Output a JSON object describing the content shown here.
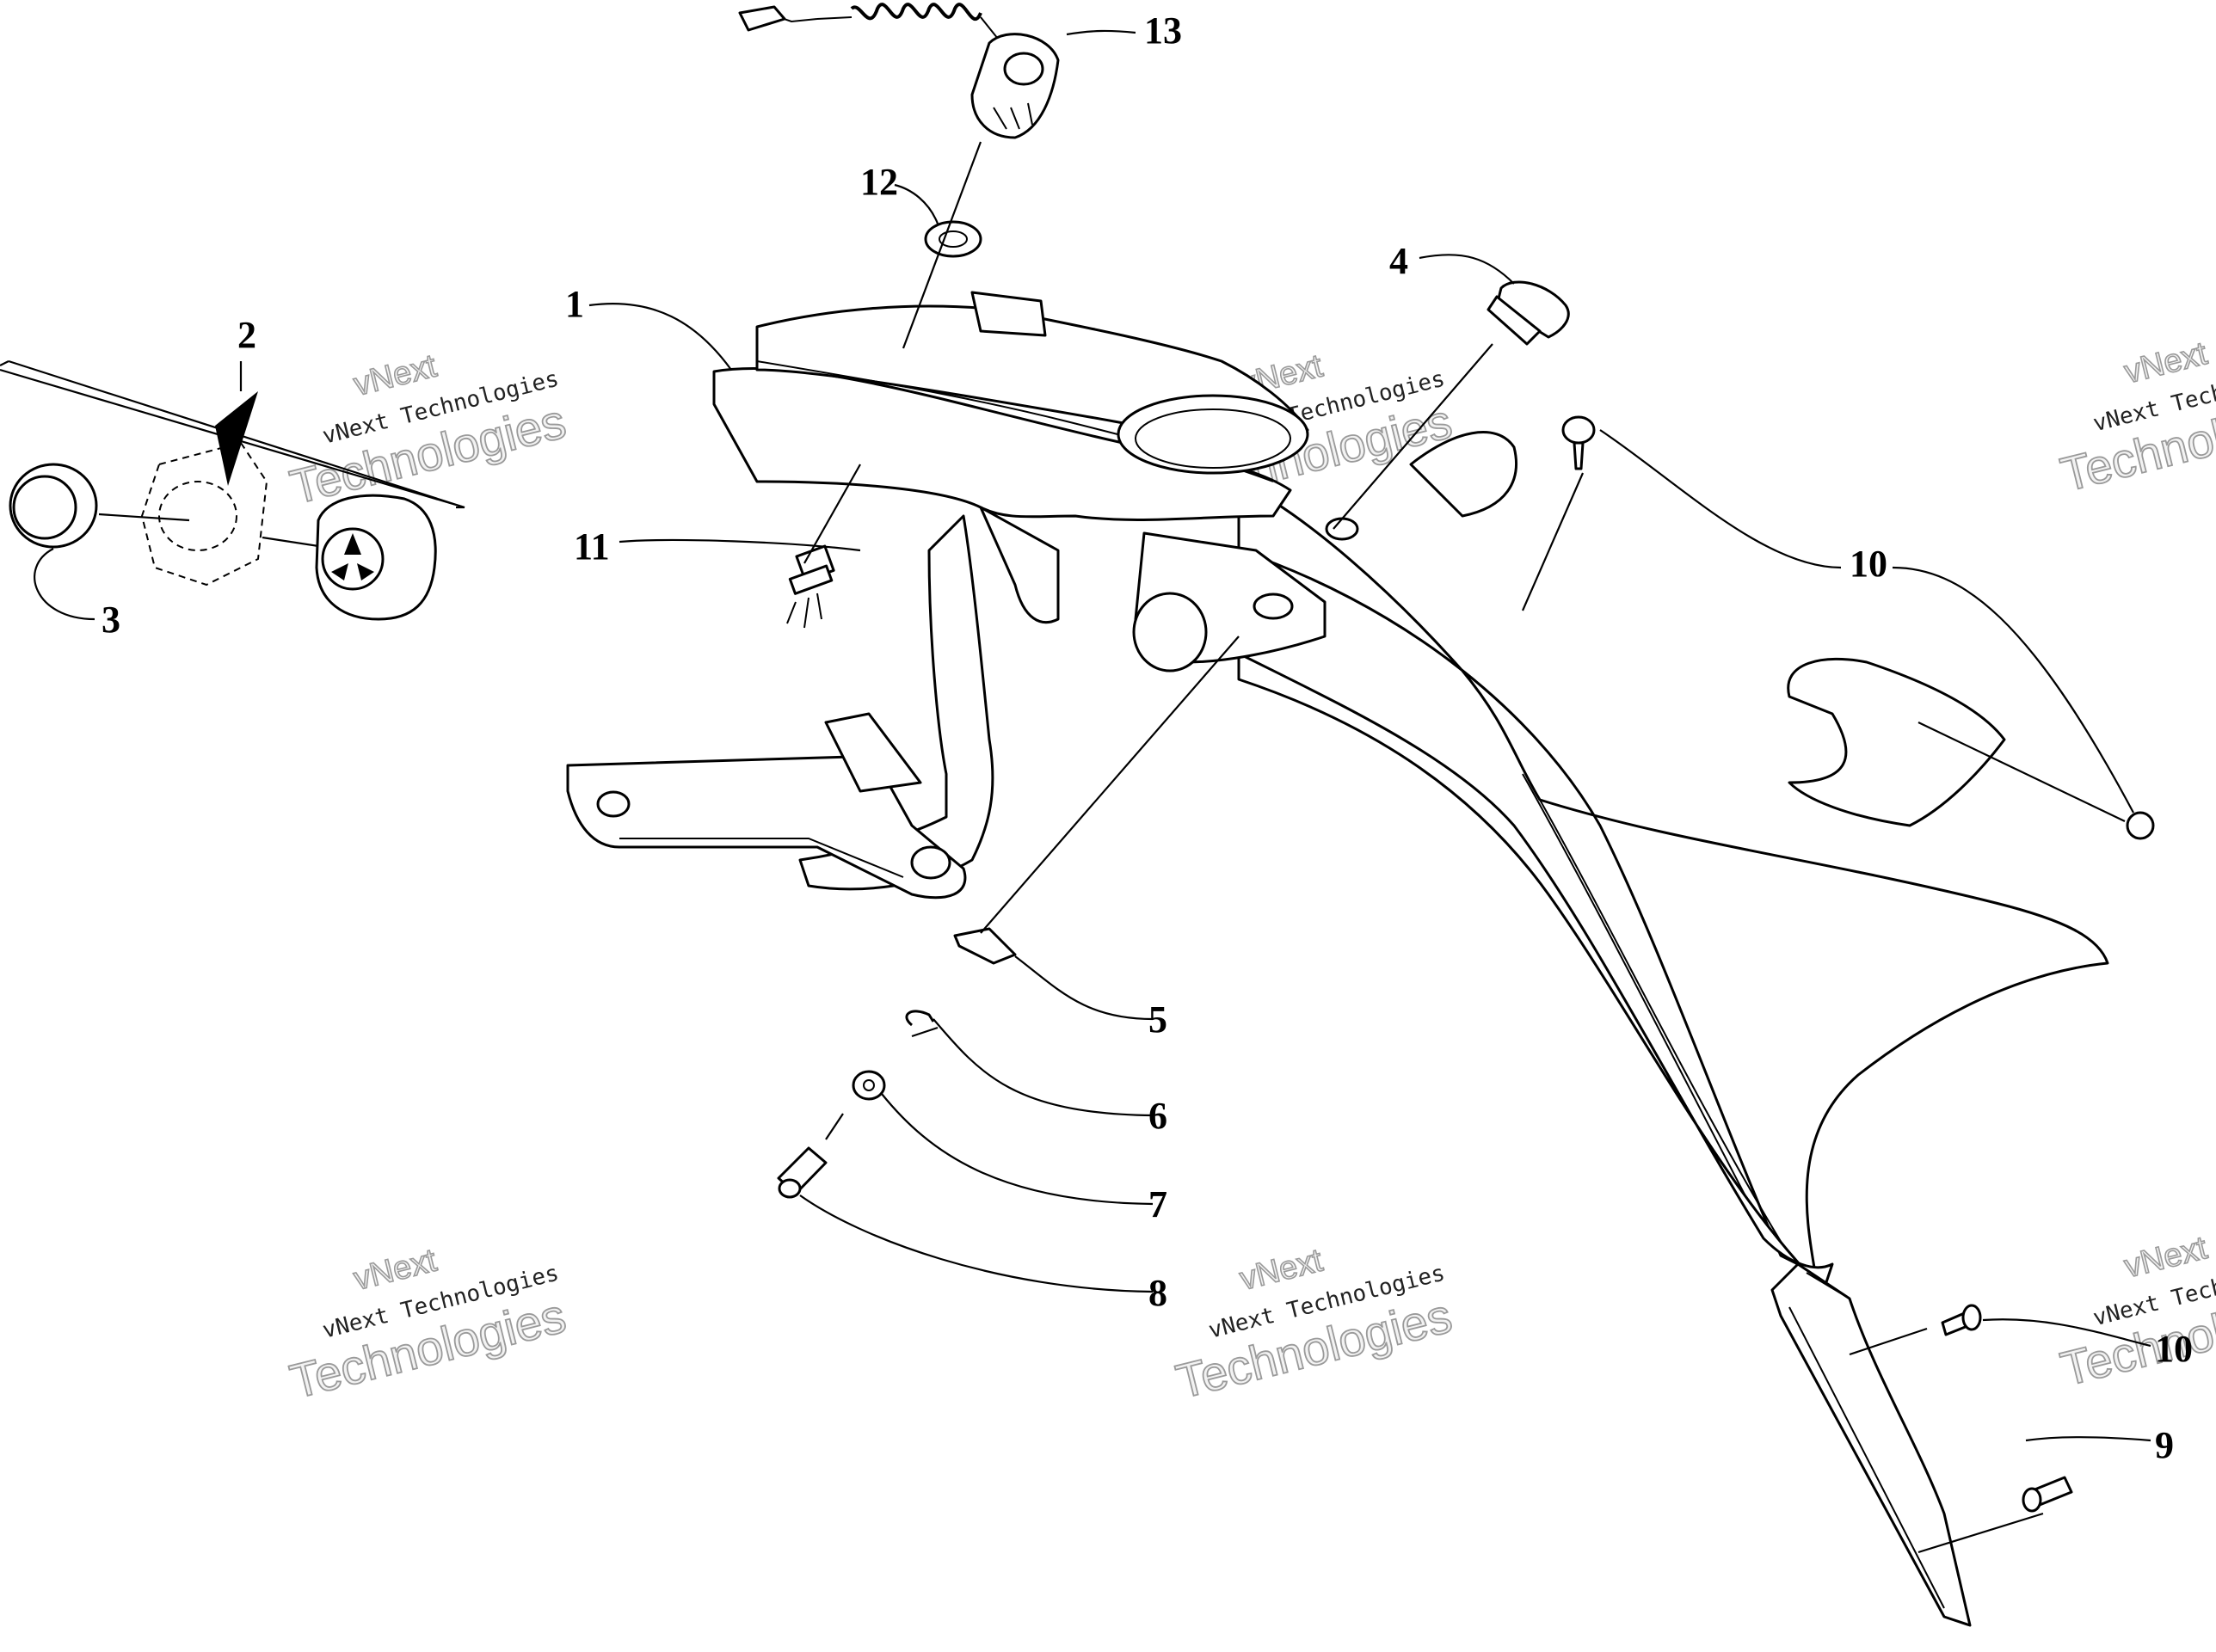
{
  "callouts": [
    "1",
    "2",
    "3",
    "4",
    "5",
    "6",
    "7",
    "8",
    "9",
    "10",
    "10",
    "11",
    "12",
    "13"
  ],
  "watermark": {
    "line1": "vNext",
    "line2": "vNext Technologies",
    "line3": "Technologies"
  },
  "colors": {
    "ink": "#000000",
    "background": "#ffffff",
    "watermark_outline": "#9a9a9a"
  }
}
